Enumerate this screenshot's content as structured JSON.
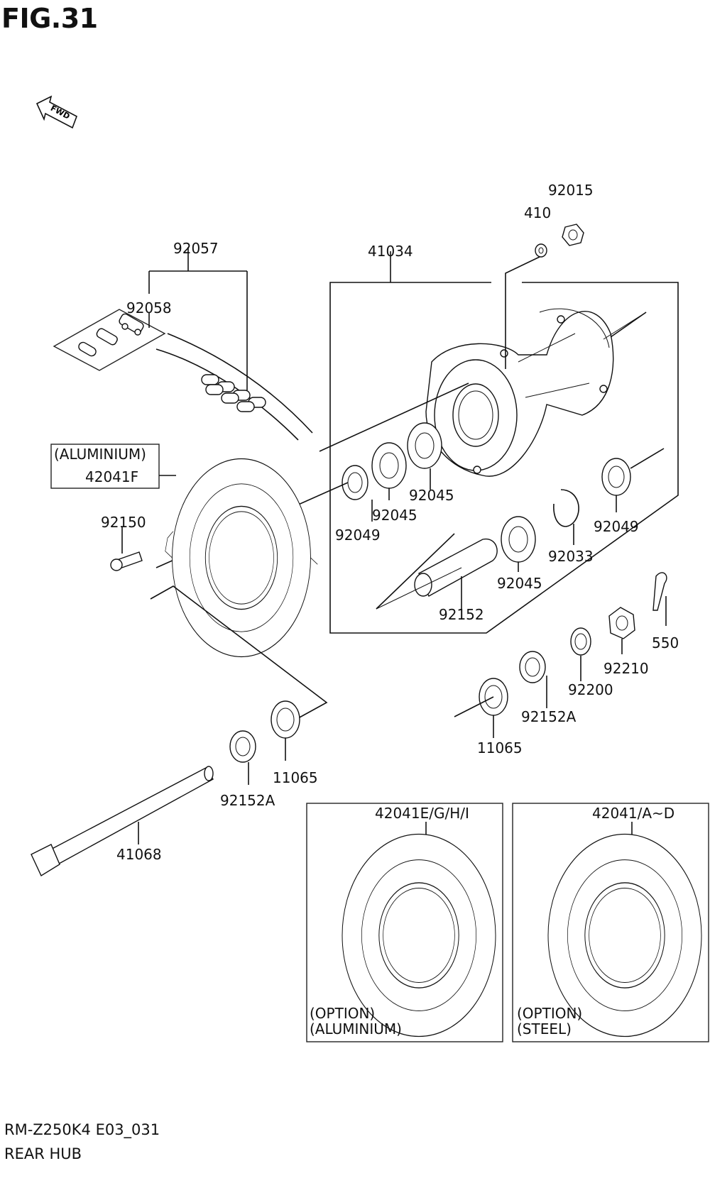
{
  "figure": {
    "title": "FIG.31",
    "fwd_label": "FWD"
  },
  "labels": {
    "p92015": "92015",
    "p410": "410",
    "p92057": "92057",
    "p41034": "41034",
    "p92058": "92058",
    "aluminium": "(ALUMINIUM)",
    "p42041F": "42041F",
    "p92150": "92150",
    "p92049a": "92049",
    "p92045a": "92045",
    "p92045b": "92045",
    "p92049b": "92049",
    "p92033": "92033",
    "p92045c": "92045",
    "p92152": "92152",
    "p550": "550",
    "p92210": "92210",
    "p92200": "92200",
    "p92152A_right": "92152A",
    "p11065_right": "11065",
    "p11065_left": "11065",
    "p92152A_left": "92152A",
    "p41068": "41068"
  },
  "option_boxes": [
    {
      "part": "42041E/G/H/I",
      "line1": "(OPTION)",
      "line2": "(ALUMINIUM)"
    },
    {
      "part": "42041/A~D",
      "line1": "(OPTION)",
      "line2": "(STEEL)"
    }
  ],
  "footer": {
    "model_code": "RM-Z250K4 E03_031",
    "section": "REAR HUB"
  }
}
